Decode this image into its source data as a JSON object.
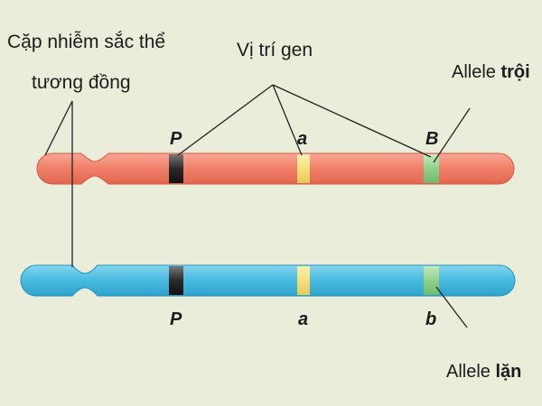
{
  "labels": {
    "homologous_line1": "Cặp nhiễm sắc thể",
    "homologous_line2": "tương đồng",
    "gene_locus": "Vị trí gen",
    "dominant_prefix": "Allele ",
    "dominant_word": "trội",
    "recessive_prefix": "Allele ",
    "recessive_word": "lặn"
  },
  "chromosome_top": {
    "color": "#f0826b",
    "genes": [
      "P",
      "a",
      "B"
    ]
  },
  "chromosome_bottom": {
    "color": "#4bbce0",
    "genes": [
      "P",
      "a",
      "b"
    ]
  },
  "band_colors": {
    "P": "#2a2a2a",
    "a": "#f5e07a",
    "B": "#8fd08a",
    "b": "#8fd08a"
  },
  "background": "#e9edd9"
}
